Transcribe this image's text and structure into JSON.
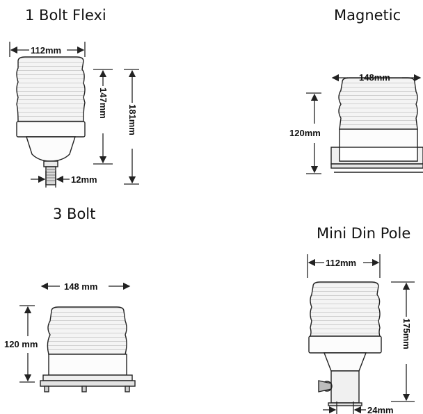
{
  "panels": {
    "one_bolt": {
      "title": "1 Bolt Flexi",
      "width": "112mm",
      "body_height": "147mm",
      "total_height": "181mm",
      "bolt": "12mm"
    },
    "magnetic": {
      "title": "Magnetic",
      "width": "148mm",
      "height": "120mm"
    },
    "three_bolt": {
      "title": "3 Bolt",
      "width": "148 mm",
      "height": "120 mm"
    },
    "mini_din": {
      "title": "Mini Din Pole",
      "width": "112mm",
      "height": "175mm",
      "pole": "24mm"
    }
  },
  "colors": {
    "line": "#222222",
    "lens": "#f2f2f2"
  }
}
